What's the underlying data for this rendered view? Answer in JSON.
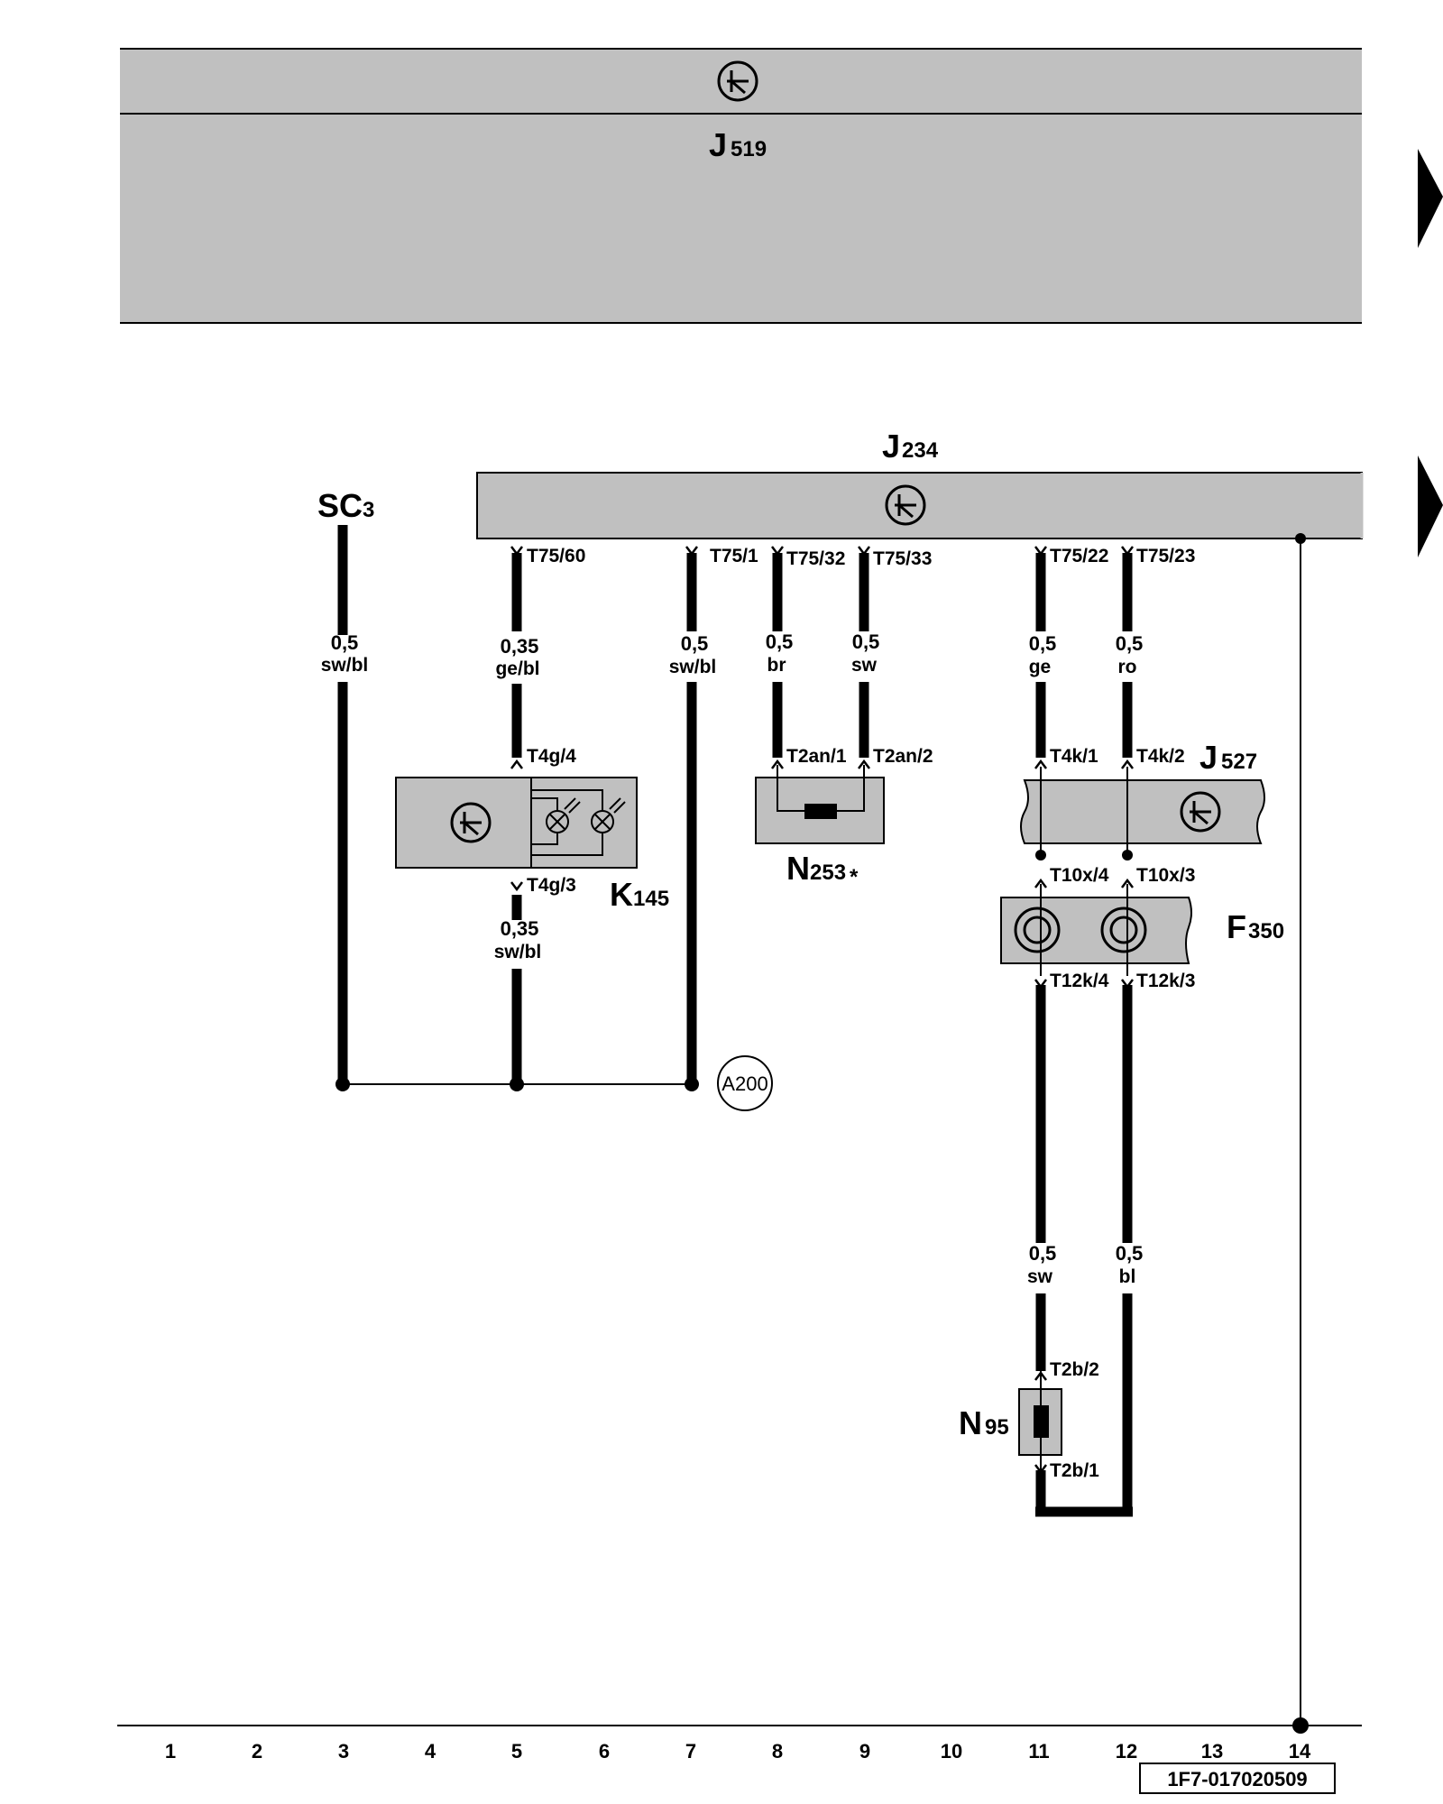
{
  "components": {
    "j519": {
      "letter": "J",
      "number": "519"
    },
    "j234": {
      "letter": "J",
      "number": "234"
    },
    "sc3": {
      "letter": "SC",
      "number": "3"
    },
    "k145": {
      "letter": "K",
      "number": "145"
    },
    "n253": {
      "letter": "N",
      "number": "253",
      "suffix": "*"
    },
    "j527": {
      "letter": "J",
      "number": "527"
    },
    "f350": {
      "letter": "F",
      "number": "350"
    },
    "n95": {
      "letter": "N",
      "number": "95"
    }
  },
  "ground_point": "A200",
  "pins": {
    "t75_60": "T75/60",
    "t75_1": "T75/1",
    "t75_32": "T75/32",
    "t75_33": "T75/33",
    "t75_22": "T75/22",
    "t75_23": "T75/23",
    "t4g_4": "T4g/4",
    "t4g_3": "T4g/3",
    "t2an_1": "T2an/1",
    "t2an_2": "T2an/2",
    "t4k_1": "T4k/1",
    "t4k_2": "T4k/2",
    "t10x_4": "T10x/4",
    "t10x_3": "T10x/3",
    "t12k_4": "T12k/4",
    "t12k_3": "T12k/3",
    "t2b_2": "T2b/2",
    "t2b_1": "T2b/1"
  },
  "wires": {
    "sc3": {
      "size": "0,5",
      "color": "sw/bl"
    },
    "c5_top": {
      "size": "0,35",
      "color": "ge/bl"
    },
    "c5_bottom": {
      "size": "0,35",
      "color": "sw/bl"
    },
    "c7": {
      "size": "0,5",
      "color": "sw/bl"
    },
    "c8": {
      "size": "0,5",
      "color": "br"
    },
    "c9": {
      "size": "0,5",
      "color": "sw"
    },
    "c11_top": {
      "size": "0,5",
      "color": "ge"
    },
    "c12_top": {
      "size": "0,5",
      "color": "ro"
    },
    "c11_bottom": {
      "size": "0,5",
      "color": "sw"
    },
    "c12_bottom": {
      "size": "0,5",
      "color": "bl"
    }
  },
  "columns": [
    "1",
    "2",
    "3",
    "4",
    "5",
    "6",
    "7",
    "8",
    "9",
    "10",
    "11",
    "12",
    "13",
    "14"
  ],
  "doc_id": "1F7-017020509",
  "colors": {
    "component_fill": "#c0c0c0",
    "line": "#000000",
    "background": "#ffffff"
  }
}
